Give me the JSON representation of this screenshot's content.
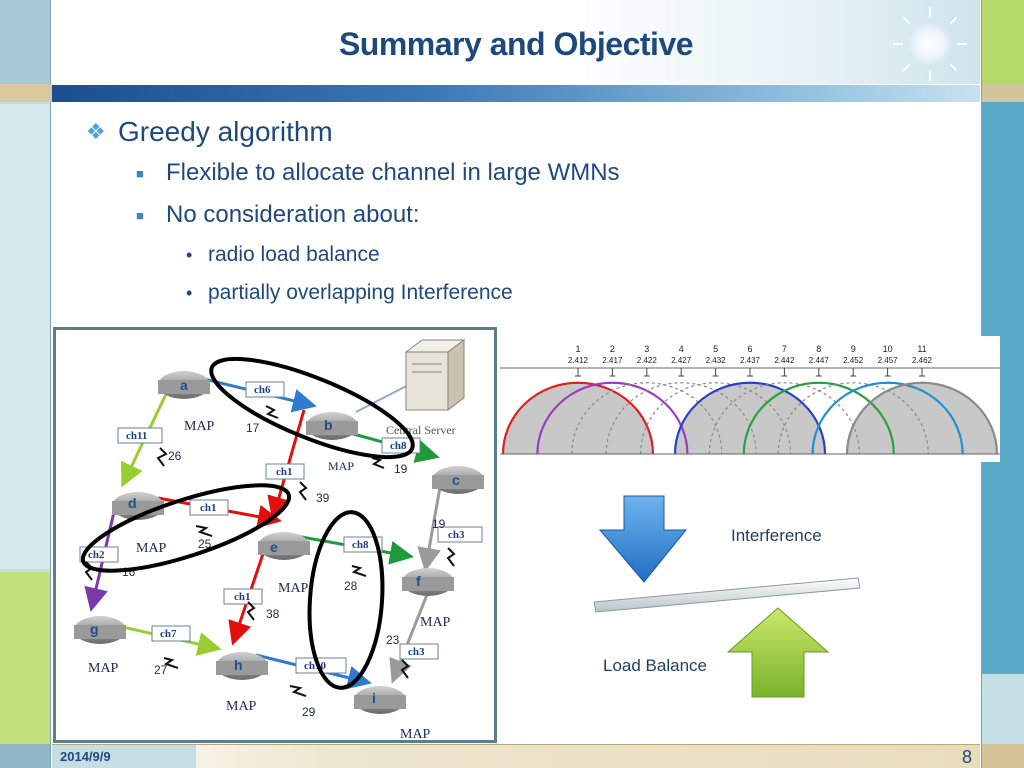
{
  "slide": {
    "title": "Summary and Objective",
    "date": "2014/9/9",
    "page_number": "8"
  },
  "bullets": {
    "level1": "Greedy algorithm",
    "level2": [
      "Flexible to allocate channel in large WMNs",
      "No consideration about:"
    ],
    "level3": [
      "radio load balance",
      "partially overlapping Interference"
    ]
  },
  "network": {
    "nodes": [
      "a",
      "b",
      "c",
      "d",
      "e",
      "f",
      "g",
      "h",
      "i"
    ],
    "node_label": "MAP",
    "server_label": "Central Server",
    "channels": [
      "ch6",
      "ch11",
      "ch8",
      "ch1",
      "ch1",
      "ch3",
      "ch2",
      "ch8",
      "ch1",
      "ch7",
      "ch10",
      "ch3"
    ],
    "link_numbers": [
      "17",
      "26",
      "19",
      "39",
      "25",
      "19",
      "16",
      "28",
      "38",
      "23",
      "27",
      "29"
    ]
  },
  "spectrum": {
    "channels": [
      "1",
      "2",
      "3",
      "4",
      "5",
      "6",
      "7",
      "8",
      "9",
      "10",
      "11"
    ],
    "frequencies": [
      "2.412",
      "2.417",
      "2.422",
      "2.427",
      "2.432",
      "2.437",
      "2.442",
      "2.447",
      "2.452",
      "2.457",
      "2.462"
    ]
  },
  "balance": {
    "interference_label": "Interference",
    "load_balance_label": "Load Balance"
  },
  "colors": {
    "title": "#1f497d",
    "accent_blue": "#3b76b6",
    "accent_green": "#b4da6a"
  }
}
